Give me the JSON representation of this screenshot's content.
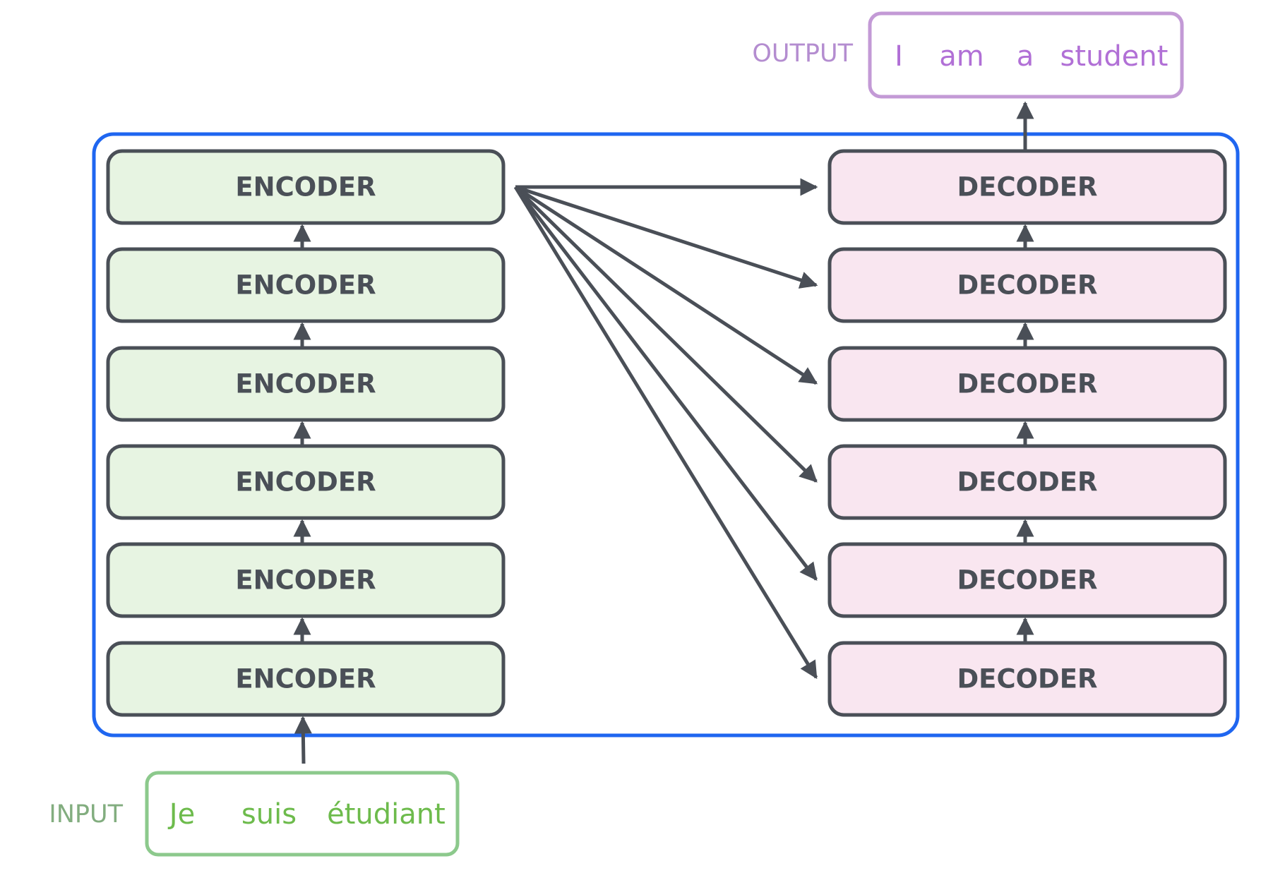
{
  "input": {
    "label": "INPUT",
    "tokens": [
      "Je",
      "suis",
      "étudiant"
    ]
  },
  "output": {
    "label": "OUTPUT",
    "tokens": [
      "I",
      "am",
      "a",
      "student"
    ]
  },
  "encoders": [
    "ENCODER",
    "ENCODER",
    "ENCODER",
    "ENCODER",
    "ENCODER",
    "ENCODER"
  ],
  "decoders": [
    "DECODER",
    "DECODER",
    "DECODER",
    "DECODER",
    "DECODER",
    "DECODER"
  ],
  "colors": {
    "container_border": "#1f66f0",
    "block_border": "#4a4f57",
    "encoder_fill": "#e7f4e2",
    "decoder_fill": "#f9e6f0",
    "arrow": "#4a4f57",
    "input_border": "#8cc98c",
    "input_label": "#82ad7f",
    "input_tokens": "#6dbb4c",
    "output_border": "#c39ad6",
    "output_label": "#b48dd0",
    "output_tokens": "#b170d6"
  }
}
